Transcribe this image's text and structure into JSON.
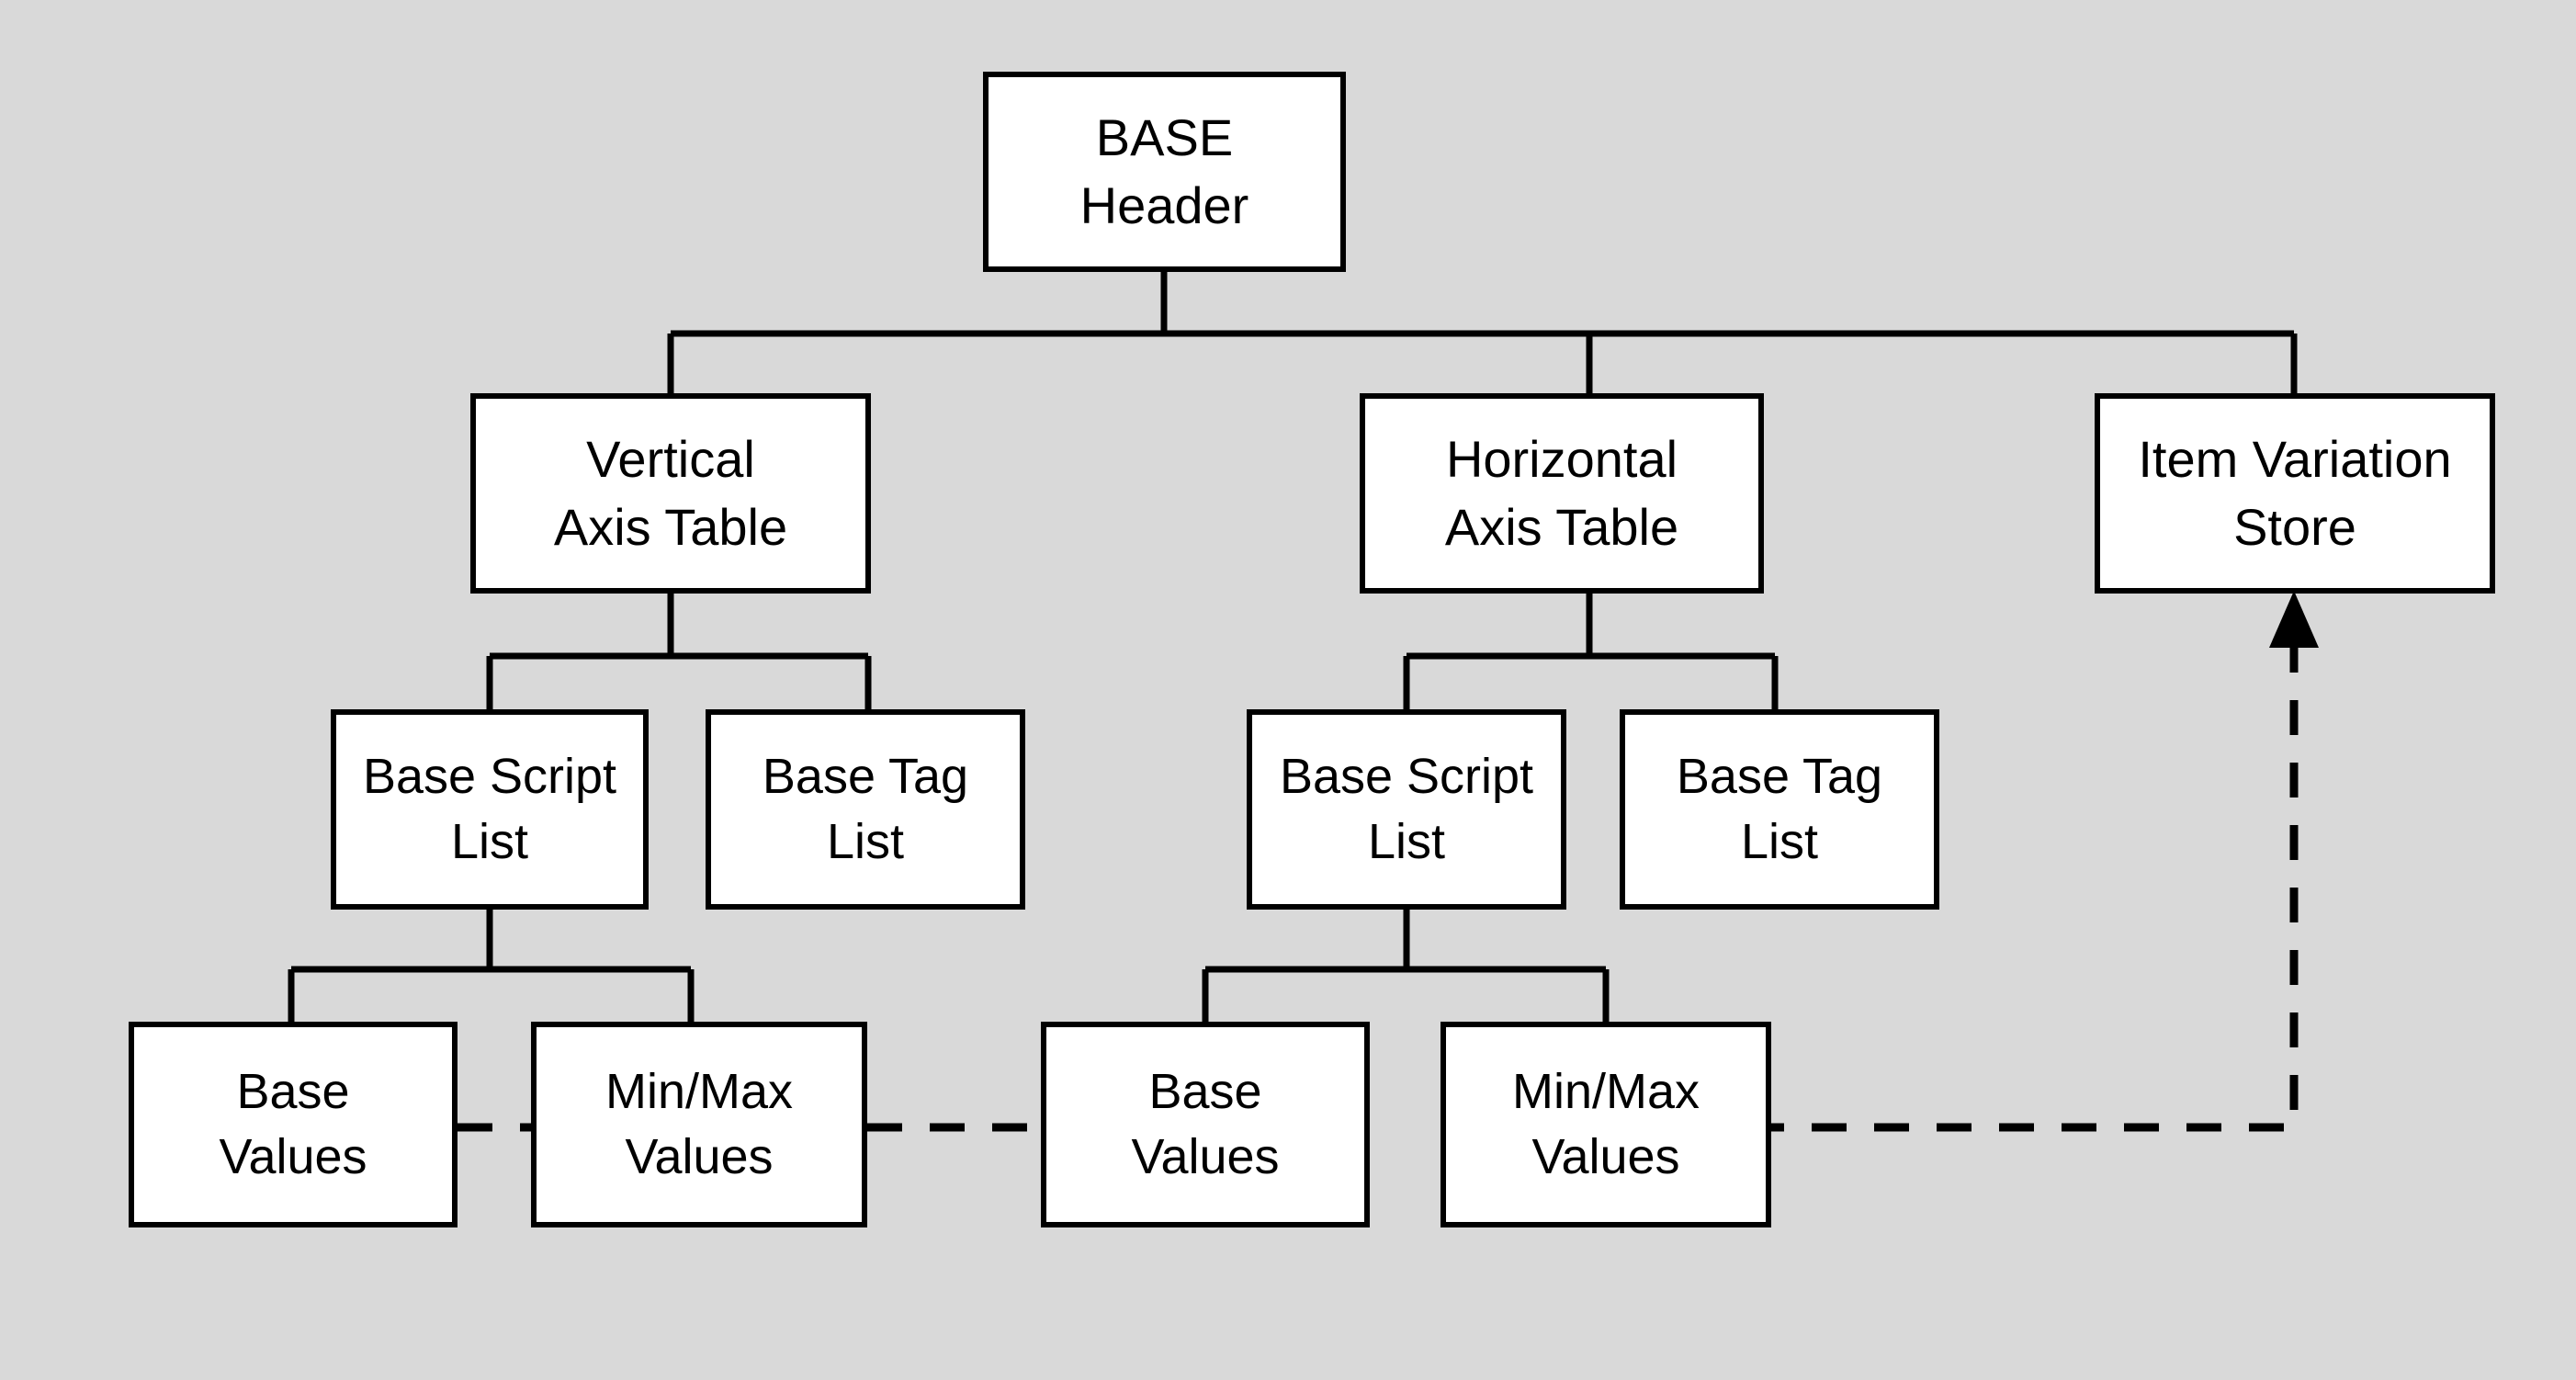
{
  "diagram": {
    "type": "hierarchy-tree",
    "background_color": "#d9d9d9",
    "node_fill_color": "#ffffff",
    "node_border_color": "#000000",
    "nodes": [
      {
        "id": "base-header",
        "line1": "BASE",
        "line2": "Header"
      },
      {
        "id": "vertical-axis-table",
        "line1": "Vertical",
        "line2": "Axis Table"
      },
      {
        "id": "horizontal-axis-table",
        "line1": "Horizontal",
        "line2": "Axis Table"
      },
      {
        "id": "item-variation-store",
        "line1": "Item Variation",
        "line2": "Store"
      },
      {
        "id": "v-base-script-list",
        "line1": "Base Script",
        "line2": "List"
      },
      {
        "id": "v-base-tag-list",
        "line1": "Base Tag",
        "line2": "List"
      },
      {
        "id": "h-base-script-list",
        "line1": "Base Script",
        "line2": "List"
      },
      {
        "id": "h-base-tag-list",
        "line1": "Base Tag",
        "line2": "List"
      },
      {
        "id": "v-base-values",
        "line1": "Base",
        "line2": "Values"
      },
      {
        "id": "v-minmax-values",
        "line1": "Min/Max",
        "line2": "Values"
      },
      {
        "id": "h-base-values",
        "line1": "Base",
        "line2": "Values"
      },
      {
        "id": "h-minmax-values",
        "line1": "Min/Max",
        "line2": "Values"
      }
    ],
    "edges": [
      {
        "from": "base-header",
        "to": "vertical-axis-table",
        "style": "solid"
      },
      {
        "from": "base-header",
        "to": "horizontal-axis-table",
        "style": "solid"
      },
      {
        "from": "base-header",
        "to": "item-variation-store",
        "style": "solid"
      },
      {
        "from": "vertical-axis-table",
        "to": "v-base-script-list",
        "style": "solid"
      },
      {
        "from": "vertical-axis-table",
        "to": "v-base-tag-list",
        "style": "solid"
      },
      {
        "from": "horizontal-axis-table",
        "to": "h-base-script-list",
        "style": "solid"
      },
      {
        "from": "horizontal-axis-table",
        "to": "h-base-tag-list",
        "style": "solid"
      },
      {
        "from": "v-base-script-list",
        "to": "v-base-values",
        "style": "solid"
      },
      {
        "from": "v-base-script-list",
        "to": "v-minmax-values",
        "style": "solid"
      },
      {
        "from": "h-base-script-list",
        "to": "h-base-values",
        "style": "solid"
      },
      {
        "from": "h-base-script-list",
        "to": "h-minmax-values",
        "style": "solid"
      },
      {
        "from": "v-base-values",
        "to": "v-minmax-values",
        "style": "dashed"
      },
      {
        "from": "v-minmax-values",
        "to": "h-base-values",
        "style": "dashed"
      },
      {
        "from": "h-base-values",
        "to": "h-minmax-values",
        "style": "dashed"
      },
      {
        "from": "h-minmax-values",
        "to": "item-variation-store",
        "style": "dashed-arrow"
      }
    ]
  }
}
